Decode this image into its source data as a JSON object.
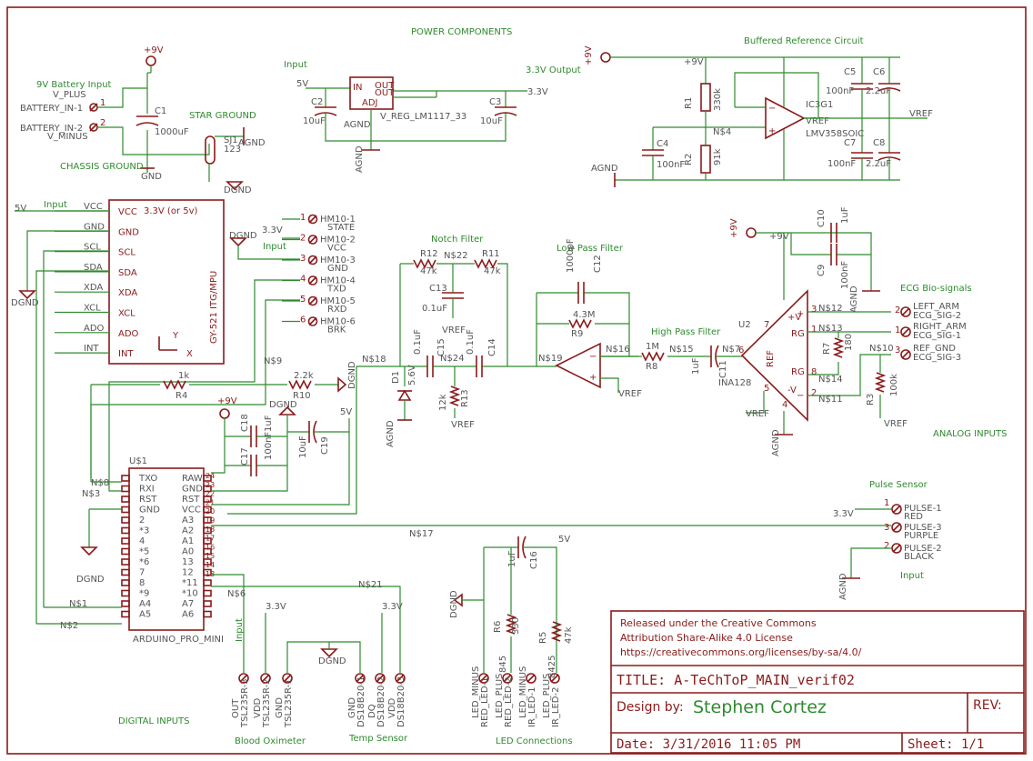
{
  "sections": {
    "power": "POWER COMPONENTS",
    "buffered_ref": "Buffered Reference Circuit",
    "notch": "Notch Filter",
    "lowpass": "Low Pass Filter",
    "highpass": "High Pass Filter",
    "ecg": "ECG Bio-signals",
    "analog_inputs": "ANALOG INPUTS",
    "pulse_sensor": "Pulse Sensor",
    "digital_inputs": "DIGITAL INPUTS",
    "blood_ox": "Blood Oximeter",
    "temp_sensor": "Temp Sensor",
    "led_connections": "LED Connections",
    "star_ground": "STAR GROUND",
    "chassis_ground": "CHASSIS GROUND",
    "battery_input": "9V Battery Input",
    "input": "Input",
    "out33": "3.3V Output"
  },
  "battery": {
    "in1": "BATTERY_IN-1",
    "in2": "BATTERY_IN-2",
    "vplus": "V_PLUS",
    "vminus": "V_MINUS",
    "c1": "C1",
    "c1v": "1000uF",
    "sj1": "SJ1",
    "sj1v": "123",
    "plus9": "+9V",
    "gnd": "GND",
    "agnd": "AGND",
    "dgnd": "DGND"
  },
  "regulator": {
    "name": "V_REG_LM1117_33",
    "in": "IN",
    "out": "OUT",
    "adj": "ADJ",
    "c2": "C2",
    "c3": "C3",
    "cv": "10uF",
    "v5": "5V",
    "v33": "3.3V",
    "agnd": "AGND"
  },
  "buffer": {
    "ic": "IC3G1",
    "part": "LMV358SOIC",
    "vref": "VREF",
    "r1": "R1",
    "r1v": "330k",
    "r2": "R2",
    "r2v": "91k",
    "n4": "N$4",
    "c4": "C4",
    "c4v": "100nF",
    "c5": "C5",
    "c6": "C6",
    "c7": "C7",
    "c8": "C8",
    "c100n": "100nF",
    "c22u": "2.2uF",
    "plus9": "+9V",
    "agnd": "AGND"
  },
  "mpu": {
    "title": "3.3V (or 5v)",
    "part": "GY-521 ITG/MPU",
    "pins": [
      "VCC",
      "GND",
      "SCL",
      "SDA",
      "XDA",
      "XCL",
      "ADO",
      "INT"
    ],
    "x": "X",
    "y": "Y"
  },
  "hm10": {
    "pins": [
      {
        "num": "1",
        "name": "HM10-1",
        "sig": "STATE"
      },
      {
        "num": "2",
        "name": "HM10-2",
        "sig": "VCC"
      },
      {
        "num": "3",
        "name": "HM10-3",
        "sig": "GND"
      },
      {
        "num": "4",
        "name": "HM10-4",
        "sig": "TXD"
      },
      {
        "num": "5",
        "name": "HM10-5",
        "sig": "RXD"
      },
      {
        "num": "6",
        "name": "HM10-6",
        "sig": "BRK"
      }
    ],
    "v33": "3.3V",
    "input": "Input",
    "dgnd": "DGND"
  },
  "nets": {
    "n1": "N$1",
    "n2": "N$2",
    "n3": "N$3",
    "n6": "N$6",
    "n7": "N$7",
    "n8": "N$8",
    "n9": "N$9",
    "n10": "N$10",
    "n11": "N$11",
    "n12": "N$12",
    "n13": "N$13",
    "n14": "N$14",
    "n15": "N$15",
    "n16": "N$16",
    "n17": "N$17",
    "n18": "N$18",
    "n19": "N$19",
    "n21": "N$21",
    "n22": "N$22",
    "n24": "N$24"
  },
  "filters": {
    "r12": "R12",
    "r11": "R11",
    "r47k": "47k",
    "c13": "C13",
    "c13v": "0.1uF",
    "vref": "VREF",
    "c15": "C15",
    "c14": "C14",
    "c01u": "0.1uF",
    "r13": "R13",
    "r12k": "12k",
    "d1": "D1",
    "d1v": "5.6V",
    "r4": "R4",
    "r4v": "1k",
    "r10": "R10",
    "r10v": "2.2k",
    "c12": "C12",
    "c12v": "1000pF",
    "r9": "R9",
    "r9v": "4.3M",
    "r8": "R8",
    "r8v": "1M",
    "c11": "C11",
    "c11v": "1uF",
    "agnd": "AGND",
    "dgnd": "DGND"
  },
  "ina": {
    "u2": "U2",
    "part": "INA128",
    "plus9": "+9V",
    "c10": "C10",
    "c10v": "1uF",
    "c9": "C9",
    "c9v": "100nF",
    "r7": "R7",
    "r7v": "180",
    "r3": "R3",
    "r3v": "100k",
    "ref": "REF",
    "rg": "RG",
    "vref": "VREF",
    "agnd": "AGND",
    "left": "LEFT_ARM",
    "sig2": "ECG_SIG-2",
    "right": "RIGHT_ARM",
    "sig1": "ECG_SIG-1",
    "refgnd": "REF_GND",
    "sig3": "ECG_SIG-3"
  },
  "arduino": {
    "u1": "U$1",
    "part": "ARDUINO_PRO_MINI",
    "left_pins": [
      "TXO",
      "RXI",
      "RST",
      "GND",
      "2",
      "*3",
      "4",
      "*5",
      "*6",
      "7",
      "8",
      "*9",
      "A4",
      "A5"
    ],
    "right_pins": [
      "RAW",
      "GND",
      "RST",
      "VCC",
      "A3",
      "A2",
      "A1",
      "A0",
      "13",
      "12",
      "*11",
      "*10",
      "A7",
      "A6"
    ],
    "right_nums": [
      "24",
      "23",
      "22",
      "21",
      "20",
      "19",
      "18",
      "17",
      "16",
      "15",
      "14",
      "13"
    ],
    "plus9": "+9V",
    "c18": "C18",
    "c18v": "1uF",
    "c17": "C17",
    "c17v": "100nF",
    "c19": "C19",
    "c19v": "10uF",
    "v5": "5V",
    "dgnd": "DGND"
  },
  "pulse": {
    "v33": "3.3V",
    "p1": "PULSE-1",
    "p1c": "RED",
    "p3": "PULSE-3",
    "p3c": "PURPLE",
    "p2": "PULSE-2",
    "p2c": "BLACK",
    "input": "Input",
    "agnd": "AGND"
  },
  "bottom": {
    "v33": "3.3V",
    "input": "Input",
    "dgnd": "DGND",
    "v5": "5V",
    "tsl": [
      "TSL235R-3",
      "TSL235R-2",
      "TSL235R-1"
    ],
    "tslsig": [
      "OUT",
      "VDD",
      "GND"
    ],
    "ds": [
      "DS18B20-1",
      "DS18B20-2",
      "DS18B20-3"
    ],
    "dssig": [
      "GND",
      "DQ",
      "VDD"
    ],
    "led": [
      "RED_LED-1",
      "RED_LED-2",
      "IR_LED-1",
      "IR_LED-2"
    ],
    "ledsig": [
      "LED_MINUS",
      "LED_PLUS",
      "LED_MINUS",
      "LED_PLUS"
    ],
    "r6": "R6",
    "r6v": "330",
    "r5": "R5",
    "r5v": "47k",
    "c16": "C16",
    "c16v": "1uF",
    "r845": "845",
    "r8425": "8425"
  },
  "titleblock": {
    "license1": "Released under the Creative Commons",
    "license2": "Attribution Share-Alike 4.0 License",
    "license3": "https://creativecommons.org/licenses/by-sa/4.0/",
    "title": "TITLE: A-TeChToP_MAIN_verif02",
    "design_by": "Design by:",
    "designer": "Stephen Cortez",
    "rev": "REV:",
    "date": "Date: 3/31/2016 11:05 PM",
    "sheet": "Sheet: 1/1"
  }
}
